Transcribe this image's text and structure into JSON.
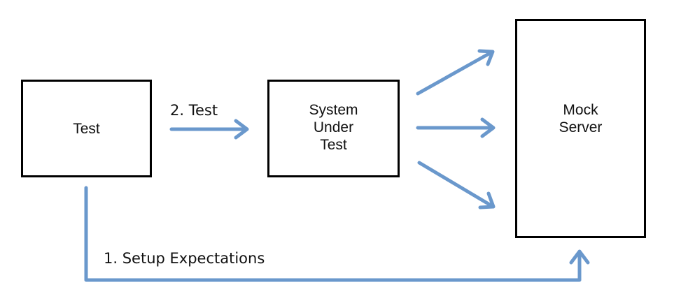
{
  "nodes": {
    "test": {
      "label": "Test"
    },
    "system_under_test": {
      "label": "System\nUnder\nTest"
    },
    "mock_server": {
      "label": "Mock\nServer"
    }
  },
  "edges": {
    "test_step": {
      "label": "2. Test"
    },
    "setup_step": {
      "label": "1. Setup Expectations"
    }
  },
  "colors": {
    "arrow": "#6a98cc",
    "box_border": "#000000",
    "text": "#111111",
    "background": "#ffffff"
  }
}
